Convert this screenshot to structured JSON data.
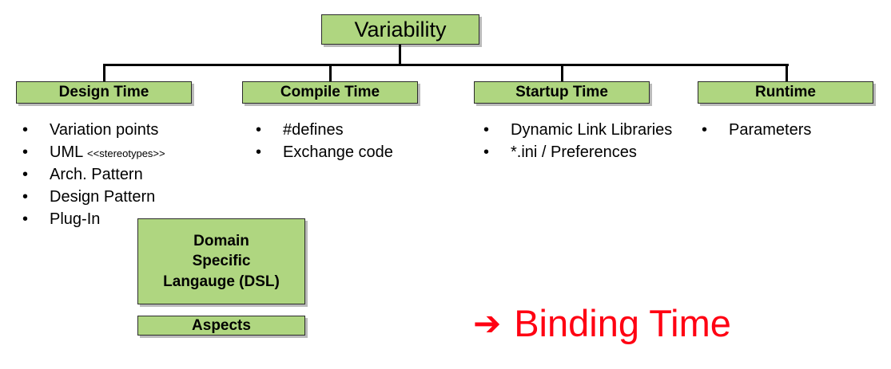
{
  "diagram": {
    "root": {
      "label": "Variability"
    },
    "columns": [
      {
        "header": "Design Time",
        "items": [
          {
            "text": "Variation points",
            "tag": ""
          },
          {
            "text": "UML ",
            "tag": "<<stereotypes>>"
          },
          {
            "text": "Arch. Pattern",
            "tag": ""
          },
          {
            "text": "Design Pattern",
            "tag": ""
          },
          {
            "text": "Plug-In",
            "tag": ""
          }
        ]
      },
      {
        "header": "Compile Time",
        "items": [
          {
            "text": "#defines",
            "tag": ""
          },
          {
            "text": "Exchange code",
            "tag": ""
          }
        ]
      },
      {
        "header": "Startup Time",
        "items": [
          {
            "text": "Dynamic Link Libraries",
            "tag": ""
          },
          {
            "text": "*.ini / Preferences",
            "tag": ""
          }
        ]
      },
      {
        "header": "Runtime",
        "items": [
          {
            "text": "Parameters",
            "tag": ""
          }
        ]
      }
    ],
    "extra_boxes": [
      {
        "name": "dsl-box",
        "lines": [
          "Domain",
          "Specific",
          "Langauge (DSL)"
        ]
      },
      {
        "name": "aspects-box",
        "lines": [
          "Aspects"
        ]
      }
    ],
    "callout": {
      "arrow": "➔",
      "label": "Binding Time"
    },
    "bullet_glyph": "•",
    "colors": {
      "box_fill": "#AFD680",
      "box_border": "#2b2b2b",
      "line": "#000000",
      "text": "#000000",
      "callout": "#FF0012",
      "background": "#FFFFFF"
    }
  }
}
